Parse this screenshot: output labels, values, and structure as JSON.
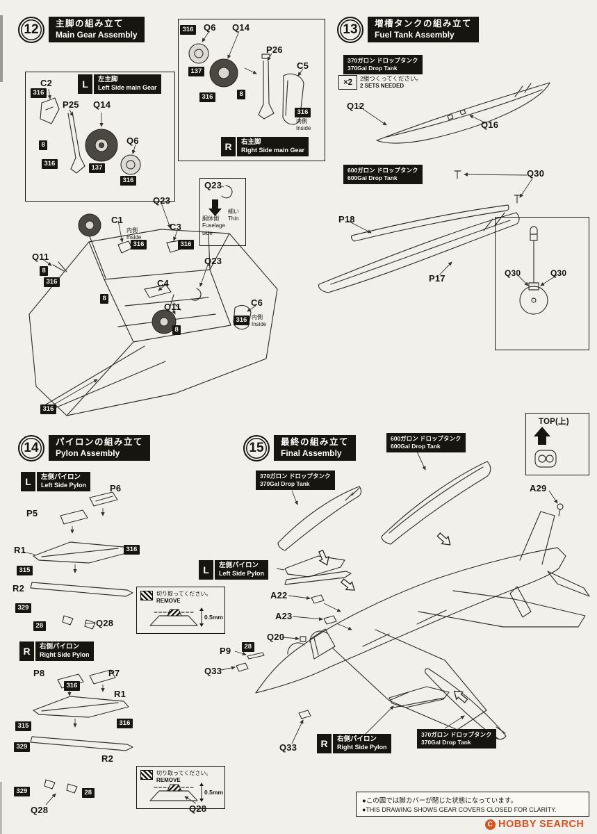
{
  "page": {
    "bg_color": "#f1f0ea",
    "ink_color": "#17150f"
  },
  "watermark": {
    "copyright": "C",
    "text": "HOBBY SEARCH",
    "color": "#d9511f"
  },
  "badges": {
    "n8": "8",
    "n28": "28",
    "n137": "137",
    "n315": "315",
    "n316": "316",
    "n329": "329"
  },
  "parts": {
    "A22": "A22",
    "A23": "A23",
    "A29": "A29",
    "C1": "C1",
    "C2": "C2",
    "C3": "C3",
    "C4": "C4",
    "C5": "C5",
    "C6": "C6",
    "P5": "P5",
    "P6": "P6",
    "P7": "P7",
    "P8": "P8",
    "P9": "P9",
    "P17": "P17",
    "P18": "P18",
    "P25": "P25",
    "P26": "P26",
    "Q6": "Q6",
    "Q11": "Q11",
    "Q12": "Q12",
    "Q14": "Q14",
    "Q16": "Q16",
    "Q20": "Q20",
    "Q23": "Q23",
    "Q28": "Q28",
    "Q30": "Q30",
    "Q33": "Q33",
    "R1": "R1",
    "R2": "R2"
  },
  "common": {
    "inside_jp": "内側",
    "inside_en": "Inside",
    "top_label": "TOP(上)"
  },
  "remove_note": {
    "jp": "切り取ってください。",
    "en": "REMOVE",
    "size": "0.5mm"
  },
  "step12": {
    "number": "12",
    "title_jp": "主脚の組み立て",
    "title_en": "Main Gear Assembly",
    "left_tag": {
      "letter": "L",
      "jp": "左主脚",
      "en": "Left Side main Gear"
    },
    "right_tag": {
      "letter": "R",
      "jp": "右主脚",
      "en": "Right Side main Gear"
    },
    "q23_note": {
      "fuselage_jp": "胴体側",
      "fuselage_en": "Fuselage side",
      "thin_jp": "細い",
      "thin_en": "Thin"
    }
  },
  "step13": {
    "number": "13",
    "title_jp": "増槽タンクの組み立て",
    "title_en": "Fuel Tank Assembly",
    "tank370": {
      "jp": "370ガロン ドロップタンク",
      "en": "370Gal Drop Tank"
    },
    "tank600": {
      "jp": "600ガロン ドロップタンク",
      "en": "600Gal Drop Tank"
    },
    "sets": {
      "qty": "×2",
      "jp": "2組つくってください。",
      "en": "2 SETS NEEDED"
    }
  },
  "step14": {
    "number": "14",
    "title_jp": "パイロンの組み立て",
    "title_en": "Pylon Assembly",
    "left_tag": {
      "letter": "L",
      "jp": "左側パイロン",
      "en": "Left Side Pylon"
    },
    "right_tag": {
      "letter": "R",
      "jp": "右側パイロン",
      "en": "Right Side Pylon"
    }
  },
  "step15": {
    "number": "15",
    "title_jp": "最終の組み立て",
    "title_en": "Final Assembly",
    "left_tag": {
      "letter": "L",
      "jp": "左側パイロン",
      "en": "Left Side Pylon"
    },
    "right_tag": {
      "letter": "R",
      "jp": "右側パイロン",
      "en": "Right Side Pylon"
    },
    "tank370": {
      "jp": "370ガロン ドロップタンク",
      "en": "370Gal Drop Tank"
    },
    "tank600": {
      "jp": "600ガロン ドロップタンク",
      "en": "600Gal Drop Tank"
    },
    "note_jp": "●この図では脚カバーが閉じた状態になっています。",
    "note_en": "●THIS DRAWING SHOWS GEAR COVERS CLOSED FOR CLARITY."
  }
}
